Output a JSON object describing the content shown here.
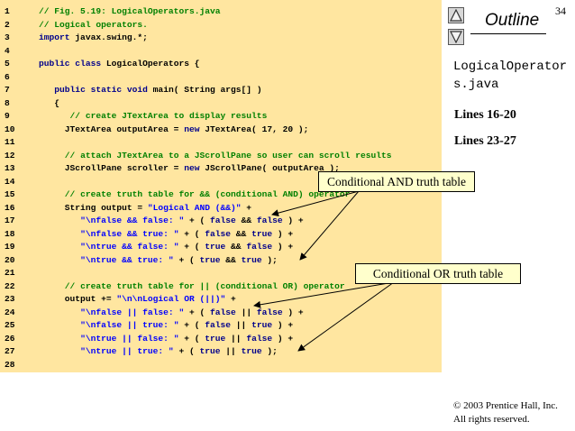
{
  "page_number": "34",
  "outline": {
    "title": "Outline",
    "file_name": "LogicalOperators.java",
    "lines_notes": [
      "Lines 16-20",
      "Lines 23-27"
    ],
    "up_icon": "triangle-up-icon",
    "down_icon": "triangle-down-icon"
  },
  "callouts": {
    "and_table": "Conditional AND truth table",
    "or_table": "Conditional OR truth table"
  },
  "copyright": {
    "line1": "© 2003 Prentice Hall, Inc.",
    "line2": "All rights reserved."
  },
  "code": [
    {
      "n": "1",
      "segs": [
        {
          "t": "// Fig. 5.19: LogicalOperators.java",
          "c": "cm"
        }
      ]
    },
    {
      "n": "2",
      "segs": [
        {
          "t": "// Logical operators.",
          "c": "cm"
        }
      ]
    },
    {
      "n": "3",
      "segs": [
        {
          "t": "import",
          "c": "kw"
        },
        {
          "t": " javax.swing.*;",
          "c": "pl"
        }
      ]
    },
    {
      "n": "4",
      "segs": []
    },
    {
      "n": "5",
      "segs": [
        {
          "t": "public class",
          "c": "kw"
        },
        {
          "t": " LogicalOperators {",
          "c": "pl"
        }
      ]
    },
    {
      "n": "6",
      "segs": []
    },
    {
      "n": "7",
      "segs": [
        {
          "t": "   ",
          "c": "pl"
        },
        {
          "t": "public static void",
          "c": "kw"
        },
        {
          "t": " main( String args[] )",
          "c": "pl"
        }
      ]
    },
    {
      "n": "8",
      "segs": [
        {
          "t": "   {",
          "c": "pl"
        }
      ]
    },
    {
      "n": "9",
      "segs": [
        {
          "t": "      ",
          "c": "pl"
        },
        {
          "t": "// create JTextArea to display results",
          "c": "cm"
        }
      ]
    },
    {
      "n": "10",
      "segs": [
        {
          "t": "     JTextArea outputArea = ",
          "c": "pl"
        },
        {
          "t": "new",
          "c": "kw"
        },
        {
          "t": " JTextArea( 17, 20 );",
          "c": "pl"
        }
      ]
    },
    {
      "n": "11",
      "segs": []
    },
    {
      "n": "12",
      "segs": [
        {
          "t": "     ",
          "c": "pl"
        },
        {
          "t": "// attach JTextArea to a JScrollPane so user can scroll results",
          "c": "cm"
        }
      ]
    },
    {
      "n": "13",
      "segs": [
        {
          "t": "     JScrollPane scroller = ",
          "c": "pl"
        },
        {
          "t": "new",
          "c": "kw"
        },
        {
          "t": " JScrollPane( outputArea );",
          "c": "pl"
        }
      ]
    },
    {
      "n": "14",
      "segs": []
    },
    {
      "n": "15",
      "segs": [
        {
          "t": "     ",
          "c": "pl"
        },
        {
          "t": "// create truth table for && (conditional AND) operator",
          "c": "cm"
        }
      ]
    },
    {
      "n": "16",
      "segs": [
        {
          "t": "     String output = ",
          "c": "pl"
        },
        {
          "t": "\"Logical AND (&&)\"",
          "c": "st"
        },
        {
          "t": " +",
          "c": "pl"
        }
      ]
    },
    {
      "n": "17",
      "segs": [
        {
          "t": "        ",
          "c": "pl"
        },
        {
          "t": "\"\\nfalse && false: \"",
          "c": "st"
        },
        {
          "t": " + ( ",
          "c": "pl"
        },
        {
          "t": "false",
          "c": "kw"
        },
        {
          "t": " && ",
          "c": "pl"
        },
        {
          "t": "false",
          "c": "kw"
        },
        {
          "t": " ) +",
          "c": "pl"
        }
      ]
    },
    {
      "n": "18",
      "segs": [
        {
          "t": "        ",
          "c": "pl"
        },
        {
          "t": "\"\\nfalse && true: \"",
          "c": "st"
        },
        {
          "t": " + ( ",
          "c": "pl"
        },
        {
          "t": "false",
          "c": "kw"
        },
        {
          "t": " && ",
          "c": "pl"
        },
        {
          "t": "true",
          "c": "kw"
        },
        {
          "t": " ) +",
          "c": "pl"
        }
      ]
    },
    {
      "n": "19",
      "segs": [
        {
          "t": "        ",
          "c": "pl"
        },
        {
          "t": "\"\\ntrue && false: \"",
          "c": "st"
        },
        {
          "t": " + ( ",
          "c": "pl"
        },
        {
          "t": "true",
          "c": "kw"
        },
        {
          "t": " && ",
          "c": "pl"
        },
        {
          "t": "false",
          "c": "kw"
        },
        {
          "t": " ) +",
          "c": "pl"
        }
      ]
    },
    {
      "n": "20",
      "segs": [
        {
          "t": "        ",
          "c": "pl"
        },
        {
          "t": "\"\\ntrue && true: \"",
          "c": "st"
        },
        {
          "t": " + ( ",
          "c": "pl"
        },
        {
          "t": "true",
          "c": "kw"
        },
        {
          "t": " && ",
          "c": "pl"
        },
        {
          "t": "true",
          "c": "kw"
        },
        {
          "t": " );",
          "c": "pl"
        }
      ]
    },
    {
      "n": "21",
      "segs": []
    },
    {
      "n": "22",
      "segs": [
        {
          "t": "     ",
          "c": "pl"
        },
        {
          "t": "// create truth table for || (conditional OR) operator",
          "c": "cm"
        }
      ]
    },
    {
      "n": "23",
      "segs": [
        {
          "t": "     output += ",
          "c": "pl"
        },
        {
          "t": "\"\\n\\nLogical OR (||)\"",
          "c": "st"
        },
        {
          "t": " +",
          "c": "pl"
        }
      ]
    },
    {
      "n": "24",
      "segs": [
        {
          "t": "        ",
          "c": "pl"
        },
        {
          "t": "\"\\nfalse || false: \"",
          "c": "st"
        },
        {
          "t": " + ( ",
          "c": "pl"
        },
        {
          "t": "false",
          "c": "kw"
        },
        {
          "t": " || ",
          "c": "pl"
        },
        {
          "t": "false",
          "c": "kw"
        },
        {
          "t": " ) +",
          "c": "pl"
        }
      ]
    },
    {
      "n": "25",
      "segs": [
        {
          "t": "        ",
          "c": "pl"
        },
        {
          "t": "\"\\nfalse || true: \"",
          "c": "st"
        },
        {
          "t": " + ( ",
          "c": "pl"
        },
        {
          "t": "false",
          "c": "kw"
        },
        {
          "t": " || ",
          "c": "pl"
        },
        {
          "t": "true",
          "c": "kw"
        },
        {
          "t": " ) +",
          "c": "pl"
        }
      ]
    },
    {
      "n": "26",
      "segs": [
        {
          "t": "        ",
          "c": "pl"
        },
        {
          "t": "\"\\ntrue || false: \"",
          "c": "st"
        },
        {
          "t": " + ( ",
          "c": "pl"
        },
        {
          "t": "true",
          "c": "kw"
        },
        {
          "t": " || ",
          "c": "pl"
        },
        {
          "t": "false",
          "c": "kw"
        },
        {
          "t": " ) +",
          "c": "pl"
        }
      ]
    },
    {
      "n": "27",
      "segs": [
        {
          "t": "        ",
          "c": "pl"
        },
        {
          "t": "\"\\ntrue || true: \"",
          "c": "st"
        },
        {
          "t": " + ( ",
          "c": "pl"
        },
        {
          "t": "true",
          "c": "kw"
        },
        {
          "t": " || ",
          "c": "pl"
        },
        {
          "t": "true",
          "c": "kw"
        },
        {
          "t": " );",
          "c": "pl"
        }
      ]
    },
    {
      "n": "28",
      "segs": []
    }
  ]
}
